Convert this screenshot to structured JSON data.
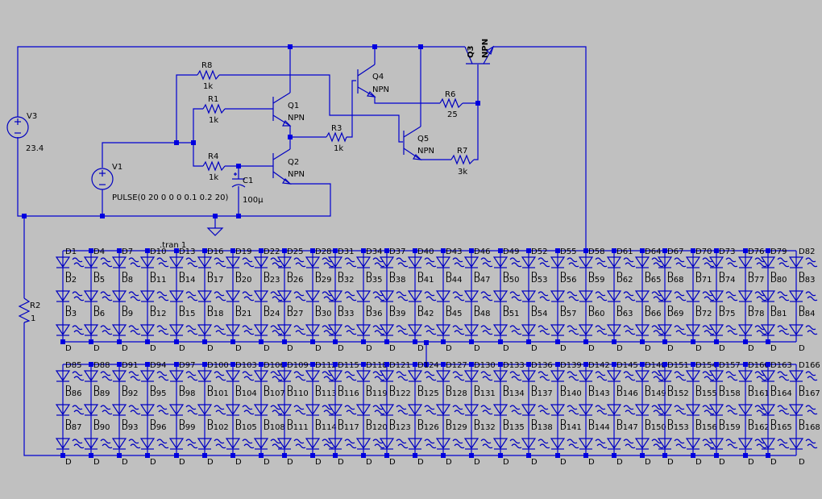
{
  "app": "LTspice schematic",
  "colors": {
    "background": "#c0c0c0",
    "wire": "#0000d0",
    "junction": "#0000e0",
    "text": "#000000"
  },
  "directive": ".tran 1",
  "sources": {
    "V3": {
      "name": "V3",
      "value": "23.4"
    },
    "V1": {
      "name": "V1",
      "value": "PULSE(0 20 0 0 0 0.1 0.2 20)"
    }
  },
  "resistors": {
    "R8": {
      "name": "R8",
      "value": "1k"
    },
    "R1": {
      "name": "R1",
      "value": "1k"
    },
    "R4": {
      "name": "R4",
      "value": "1k"
    },
    "R3": {
      "name": "R3",
      "value": "1k"
    },
    "R6": {
      "name": "R6",
      "value": "25"
    },
    "R7": {
      "name": "R7",
      "value": "3k"
    },
    "R2": {
      "name": "R2",
      "value": "1"
    }
  },
  "capacitors": {
    "C1": {
      "name": "C1",
      "value": "100µ"
    }
  },
  "transistors": {
    "Q1": {
      "name": "Q1",
      "model": "NPN"
    },
    "Q2": {
      "name": "Q2",
      "model": "NPN"
    },
    "Q3": {
      "name": "Q3",
      "model": "NPN"
    },
    "Q4": {
      "name": "Q4",
      "model": "NPN"
    },
    "Q5": {
      "name": "Q5",
      "model": "NPN"
    }
  },
  "diode_model": "D",
  "diode_banks": [
    {
      "first_index": 1,
      "columns": 28,
      "per_column": 3
    },
    {
      "first_index": 85,
      "columns": 28,
      "per_column": 3
    }
  ]
}
